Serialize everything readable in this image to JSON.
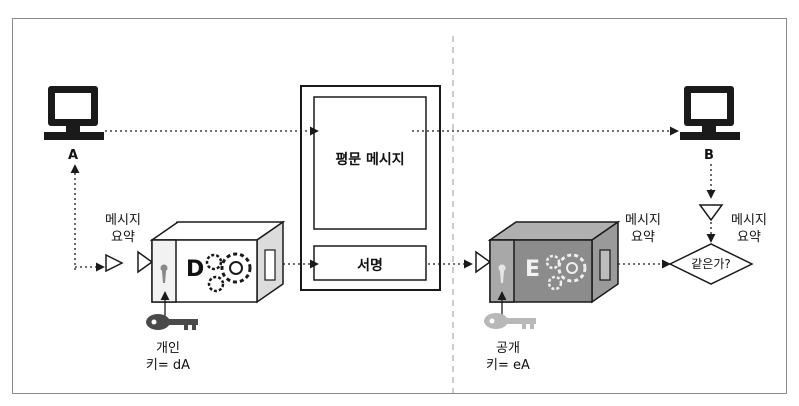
{
  "labels": {
    "computer_a": "A",
    "computer_b": "B",
    "plain_message": "평문 메시지",
    "signature": "서명",
    "digest_left_line1": "메시지",
    "digest_left_line2": "요약",
    "box_d": "D",
    "box_e": "E",
    "private_key_line1": "개인",
    "private_key_line2": "키= dA",
    "public_key_line1": "공개",
    "public_key_line2": "키= eA",
    "digest_mid_line1": "메시지",
    "digest_mid_line2": "요약",
    "digest_right_line1": "메시지",
    "digest_right_line2": "요약",
    "compare": "같은가?"
  },
  "colors": {
    "line": "#1a1a1a",
    "box_light": "#f2f2f2",
    "box_mid": "#dcdcdc",
    "box_dark": "#8c8c8c",
    "key_dark": "#4a4a4a",
    "key_light": "#b8b8b8"
  }
}
